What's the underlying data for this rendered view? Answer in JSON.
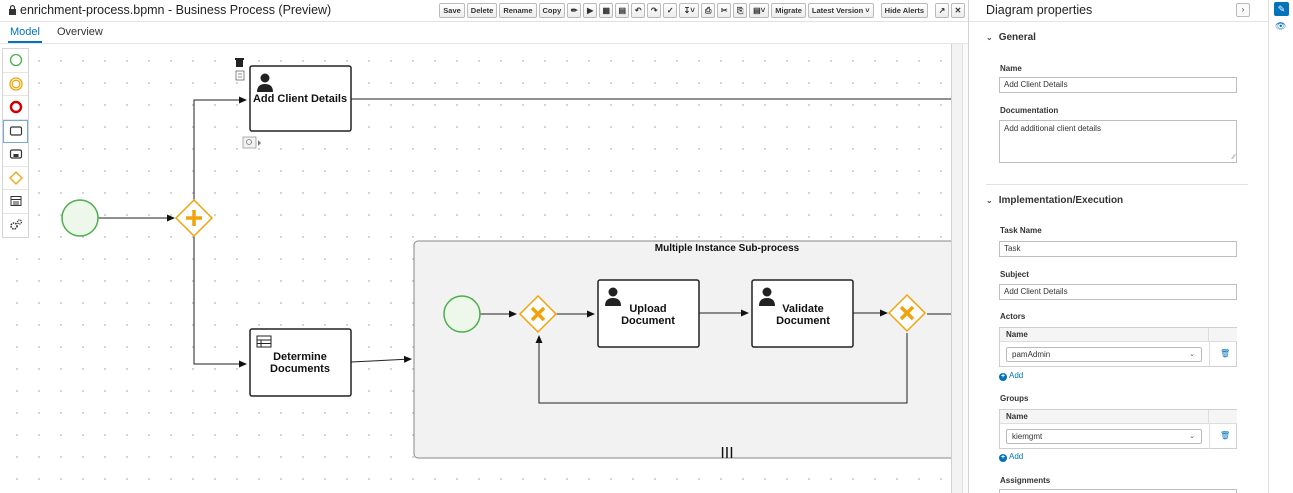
{
  "window": {
    "title": "enrichment-process.bpmn - Business Process (Preview)"
  },
  "toolbar": {
    "save": "Save",
    "delete": "Delete",
    "rename": "Rename",
    "copy": "Copy",
    "migrate": "Migrate",
    "latest_version": "Latest Version",
    "hide_alerts": "Hide Alerts"
  },
  "tabs": {
    "model": "Model",
    "overview": "Overview"
  },
  "palette": {
    "items": [
      "start-event",
      "intermediate-event",
      "end-event",
      "task",
      "subprocess",
      "gateway",
      "data-object",
      "custom-tasks"
    ]
  },
  "diagram": {
    "add_client_details": "Add Client Details",
    "determine_documents_1": "Determine",
    "determine_documents_2": "Documents",
    "subprocess_title": "Multiple Instance Sub-process",
    "upload_document_1": "Upload",
    "upload_document_2": "Document",
    "validate_document_1": "Validate",
    "validate_document_2": "Document",
    "multi_instance_marker": "III"
  },
  "properties": {
    "title": "Diagram properties",
    "general": {
      "section": "General",
      "name_label": "Name",
      "name_value": "Add Client Details",
      "documentation_label": "Documentation",
      "documentation_value": "Add additional client details"
    },
    "implementation": {
      "section": "Implementation/Execution",
      "task_name_label": "Task Name",
      "task_name_value": "Task",
      "subject_label": "Subject",
      "subject_value": "Add Client Details",
      "actors_label": "Actors",
      "actors_header": "Name",
      "actors_value": "pamAdmin",
      "add_label": "Add",
      "groups_label": "Groups",
      "groups_header": "Name",
      "groups_value": "kiemgmt",
      "assignments_label": "Assignments"
    }
  },
  "colors": {
    "accent": "#0073bb",
    "gateway_orange": "#f0a30a",
    "start_event_green": "#4cae4c",
    "end_event_red": "#cc0000"
  }
}
